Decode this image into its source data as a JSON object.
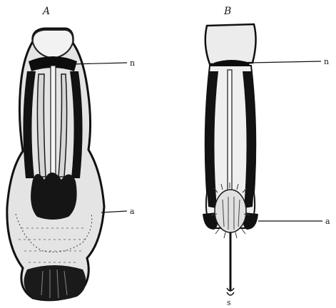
{
  "figure": {
    "specimens": [
      {
        "label": "A",
        "callouts": {
          "top": "n",
          "bottom": "a"
        }
      },
      {
        "label": "B",
        "callouts": {
          "top": "n",
          "bottom": "a",
          "stalk": "s"
        }
      }
    ]
  }
}
